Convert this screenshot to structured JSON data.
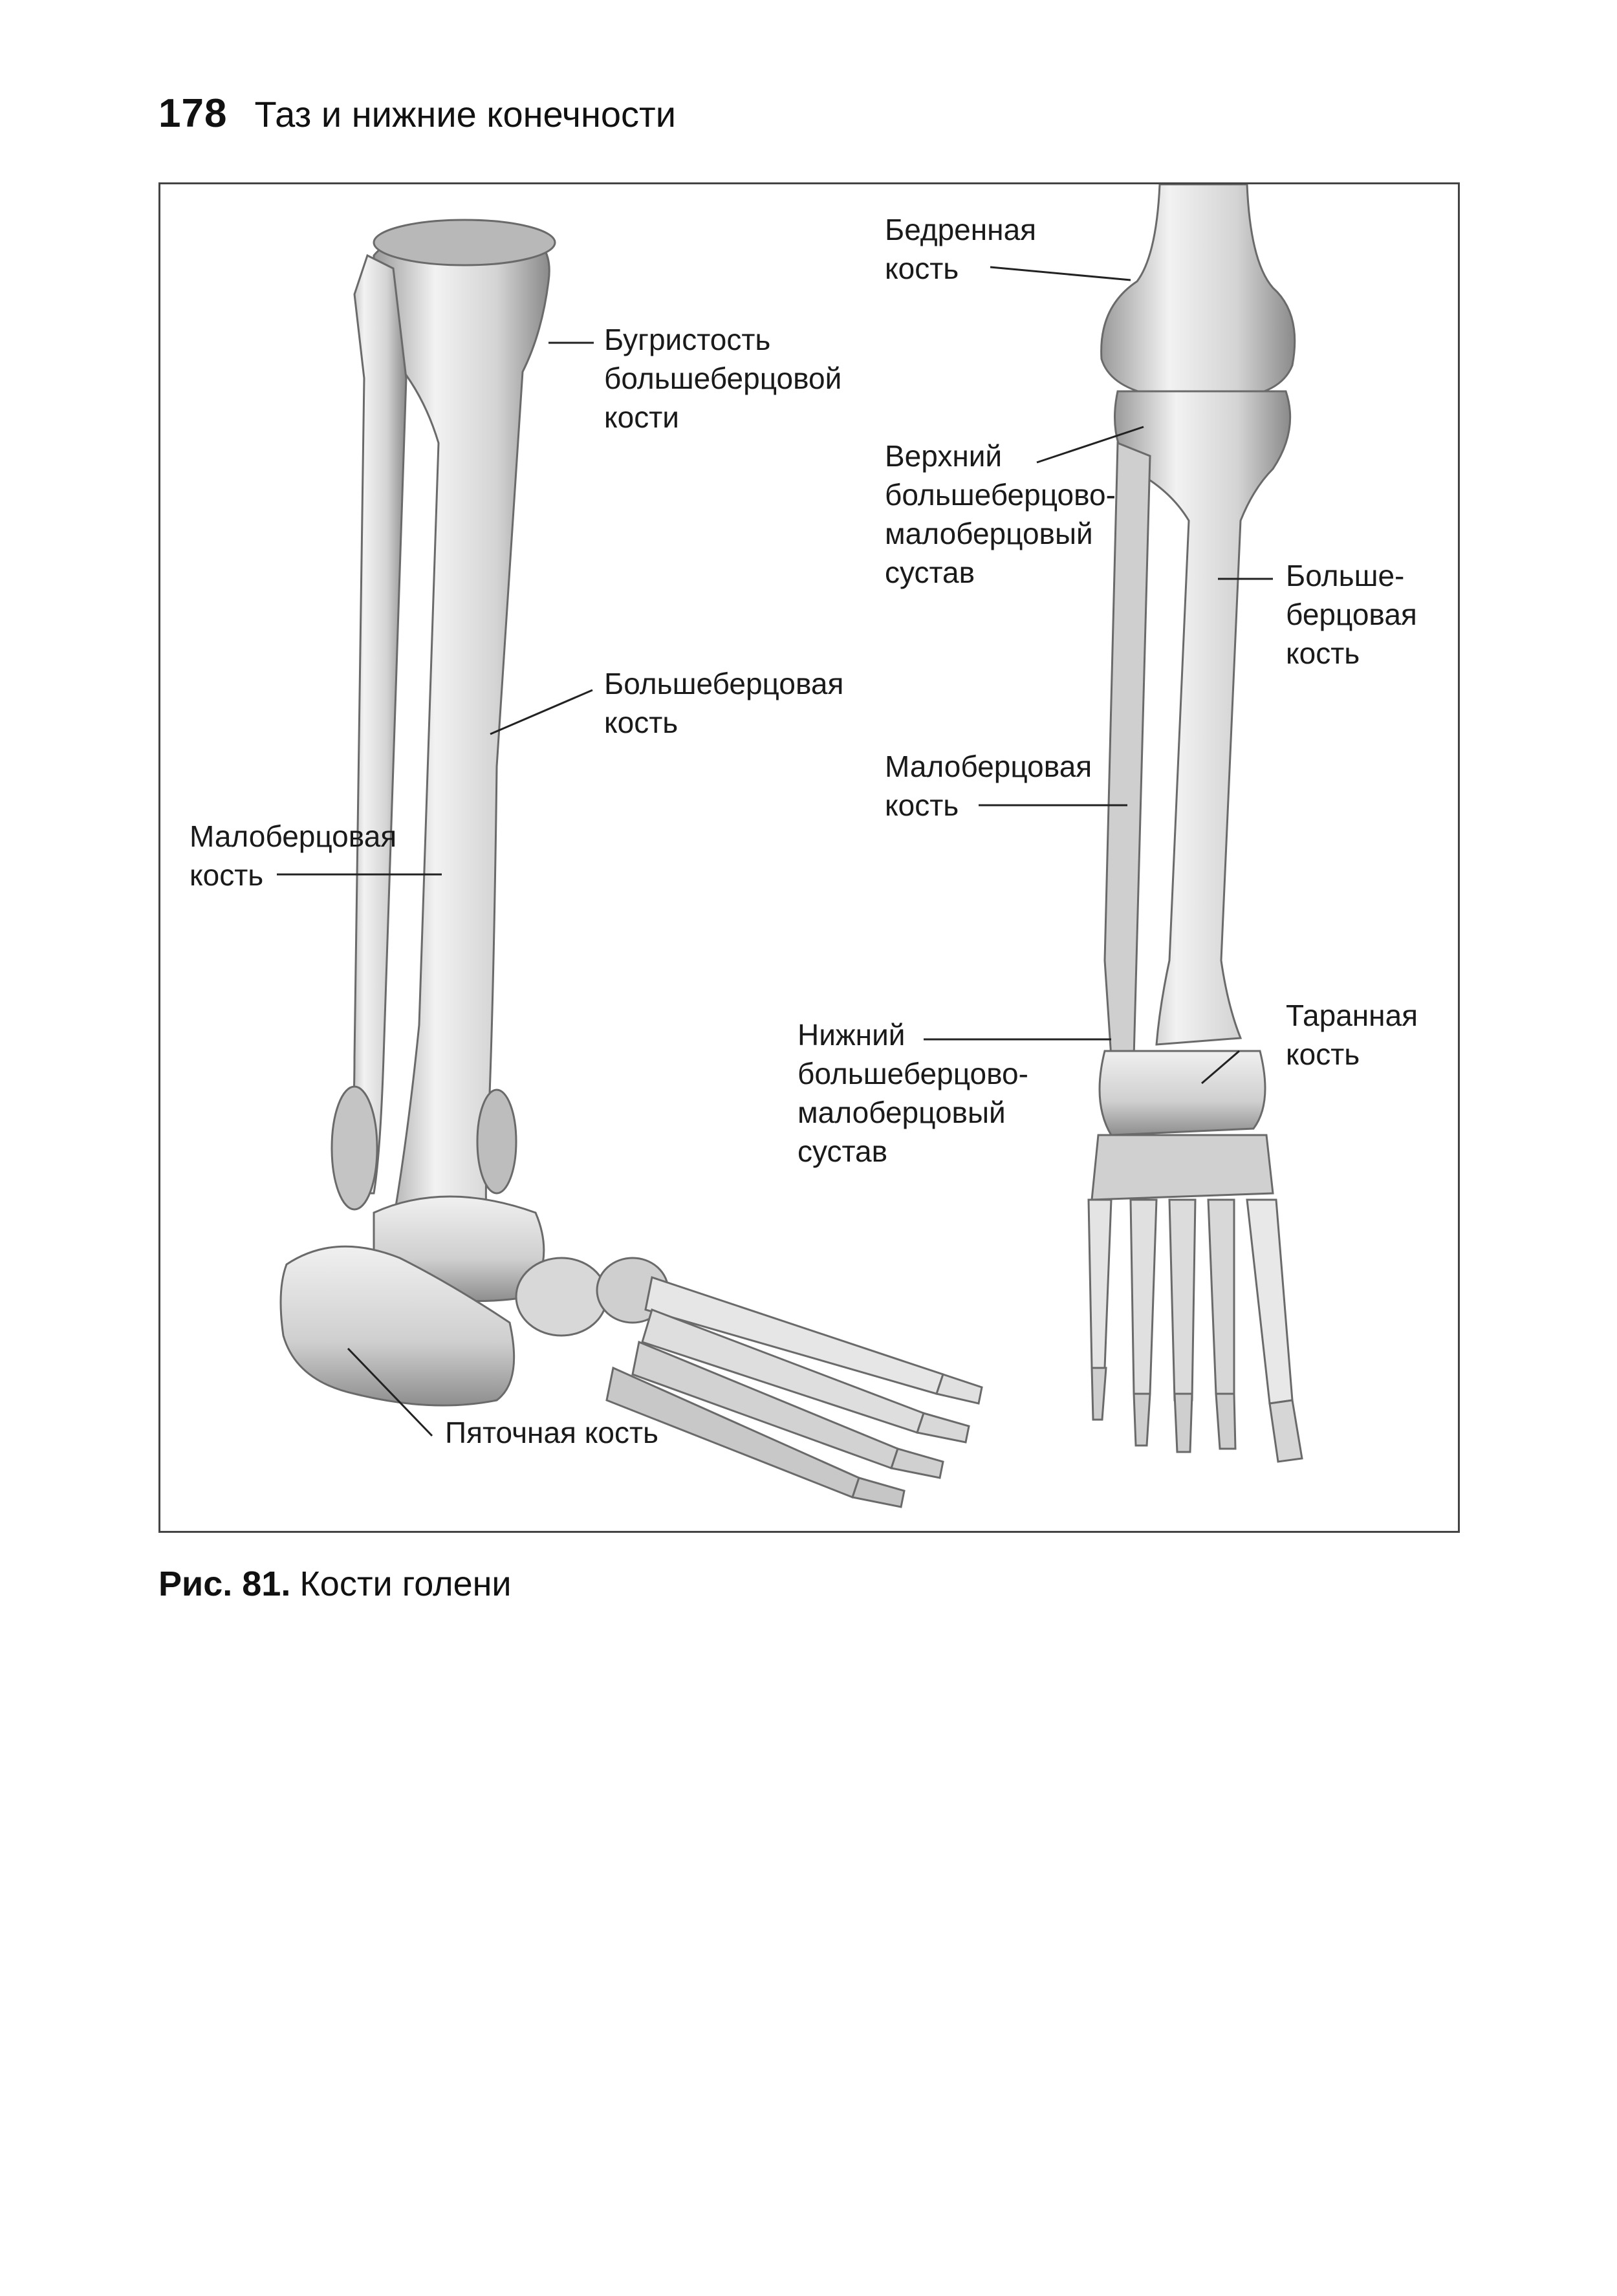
{
  "header": {
    "page_number": "178",
    "chapter_title": "Таз и нижние конечности"
  },
  "figure": {
    "labels": {
      "tibial_tuberosity": "Бугристость\nбольшеберцовой\nкости",
      "tibia_left": "Большеберцовая\nкость",
      "fibula_left": "Малоберцовая\nкость",
      "calcaneus": "Пяточная кость",
      "femur": "Бедренная\nкость",
      "superior_tibiofibular_joint": "Верхний\nбольшеберцово-\nмалоберцовый\nсустав",
      "tibia_right": "Больше-\nберцовая\nкость",
      "fibula_right": "Малоберцовая\nкость",
      "inferior_tibiofibular_joint": "Нижний\nбольшеберцово-\nмалоберцовый\nсустав",
      "talus": "Таранная\nкость"
    }
  },
  "caption": {
    "number": "Рис. 81.",
    "text": "Кости голени"
  }
}
